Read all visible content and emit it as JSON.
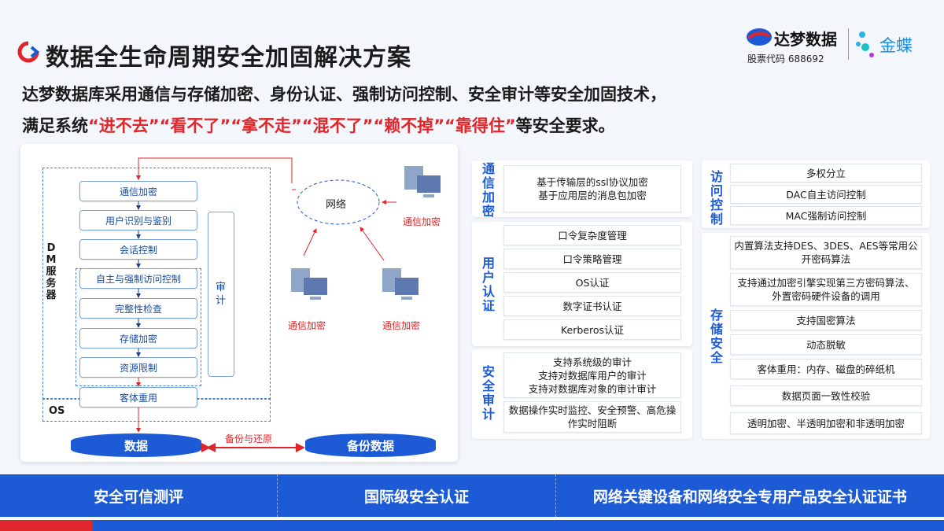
{
  "page": {
    "title": "数据全生命周期安全加固解决方案",
    "intro_line1": "达梦数据库采用通信与存储加密、身份认证、强制访问控制、安全审计等安全加固技术，",
    "intro_line2_prefix": "满足系统",
    "intro_line2_quoted": "“进不去”“看不了”“拿不走”“混不了”“赖不掉”“靠得住”",
    "intro_line2_suffix": "等安全要求。"
  },
  "brand": {
    "name": "达梦数据",
    "stock": "股票代码 688692",
    "partner": "金蝶"
  },
  "diagram": {
    "dm_label": "DM服务器",
    "os_label": "OS",
    "audit_label": "审计",
    "flow": [
      "通信加密",
      "用户识别与鉴别",
      "会话控制",
      "自主与强制访问控制",
      "完整性检查",
      "存储加密",
      "资源限制",
      "客体重用"
    ],
    "network": "网络",
    "client_top": "通信加密",
    "client_left": "通信加密",
    "client_right": "通信加密",
    "data": "数据",
    "backup": "备份数据",
    "backup_arrow": "备份与还原"
  },
  "sections": {
    "comm": {
      "label": "通信加密",
      "items": [
        "基于传输层的ssl协议加密\n基于应用层的消息包加密"
      ]
    },
    "user": {
      "label": "用户认证",
      "items": [
        "口令复杂度管理",
        "口令策略管理",
        "OS认证",
        "数字证书认证",
        "Kerberos认证"
      ]
    },
    "audit": {
      "label": "安全审计",
      "items": [
        "支持系统级的审计\n支持对数据库用户的审计\n支持对数据库对象的审计审计",
        "数据操作实时监控、安全预警、高危操作实时阻断"
      ]
    },
    "access": {
      "label": "访问控制",
      "items": [
        "多权分立",
        "DAC自主访问控制",
        "MAC强制访问控制"
      ]
    },
    "storage": {
      "label": "存储安全",
      "items": [
        "内置算法支持DES、3DES、AES等常用公开密码算法",
        "支持通过加密引擎实现第三方密码算法、外置密码硬件设备的调用",
        "支持国密算法",
        "动态脱敏",
        "客体重用：内存、磁盘的碎纸机",
        "数据页面一致性校验",
        "透明加密、半透明加密和非透明加密"
      ]
    }
  },
  "bottom": [
    "安全可信测评",
    "国际级安全认证",
    "网络关键设备和网络安全专用产品安全认证证书"
  ],
  "colors": {
    "primary": "#1d5ad6",
    "accent": "#e0262a"
  }
}
